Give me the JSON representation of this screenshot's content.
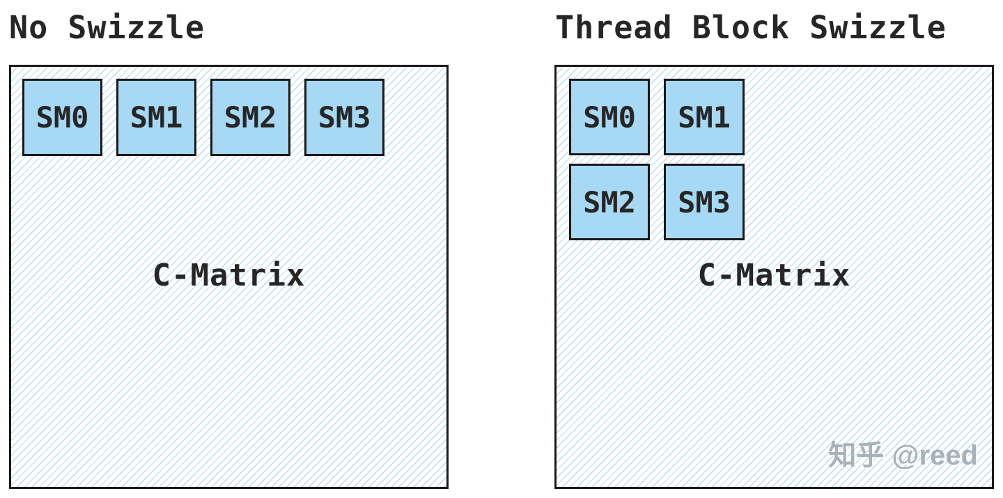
{
  "colors": {
    "background": "#ffffff",
    "sm_fill": "#a7d8f4",
    "hatch_line": "#b9dcee",
    "border": "#1a1a1a",
    "text": "#262626",
    "watermark_text": "#9aa6b0"
  },
  "panels": [
    {
      "title": "No Swizzle",
      "matrix_label": "C-Matrix",
      "layout": "row-1x4",
      "sms": [
        "SM0",
        "SM1",
        "SM2",
        "SM3"
      ]
    },
    {
      "title": "Thread Block Swizzle",
      "matrix_label": "C-Matrix",
      "layout": "grid-2x2",
      "sms": [
        "SM0",
        "SM1",
        "SM2",
        "SM3"
      ]
    }
  ],
  "watermark": "知乎 @reed"
}
